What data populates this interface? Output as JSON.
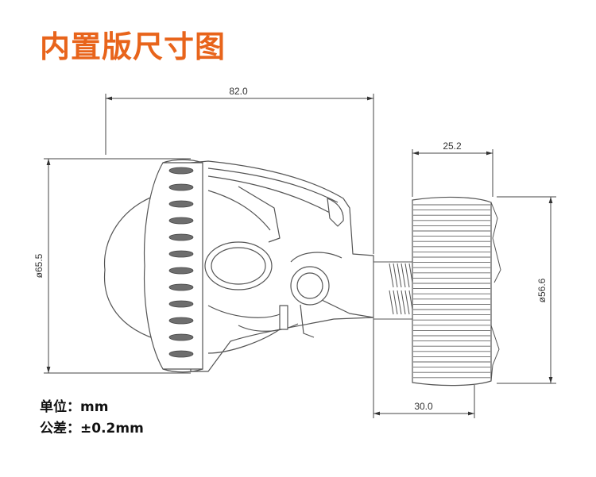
{
  "title": "内置版尺寸图",
  "dimensions": {
    "overall_length": "82.0",
    "diameter_lens": "ø65.5",
    "knob_width": "25.2",
    "knob_diameter": "ø56.6",
    "mount_length": "30.0"
  },
  "notes": {
    "unit": "单位：mm",
    "tolerance": "公差：±0.2mm"
  },
  "colors": {
    "title": "#e8641b",
    "line": "#444444",
    "dim": "#333333"
  }
}
